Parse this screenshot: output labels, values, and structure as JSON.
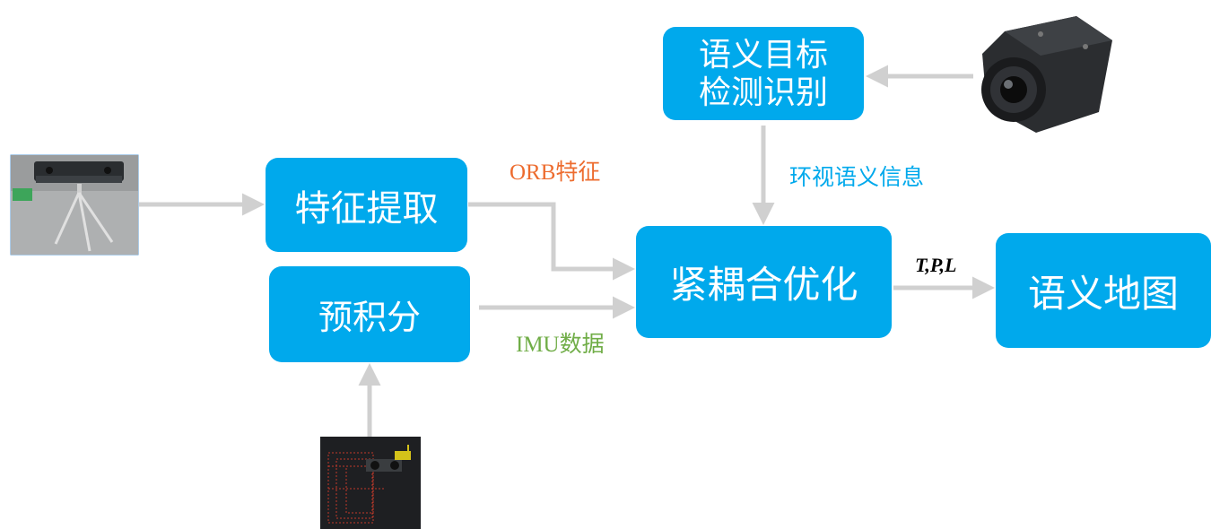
{
  "nodes": {
    "feature_extraction": "特征提取",
    "preintegration": "预积分",
    "semantic_detection_line1": "语义目标",
    "semantic_detection_line2": "检测识别",
    "tight_coupling_optimization": "紧耦合优化",
    "semantic_map": "语义地图"
  },
  "edge_labels": {
    "orb_features": "ORB特征",
    "imu_data": "IMU数据",
    "surround_semantic_info": "环视语义信息",
    "output_vars": "T,P,L"
  },
  "images": {
    "stereo_camera": "stereo-camera-on-tripod",
    "fisheye_camera": "fisheye-camera",
    "imu_pointcloud": "lidar-imu-pointcloud"
  },
  "colors": {
    "box": "#00a9ec",
    "arrow": "#d0d0d0",
    "orb_label": "#ed6c2f",
    "imu_label": "#70ad47",
    "semantic_label": "#00a9ec"
  }
}
